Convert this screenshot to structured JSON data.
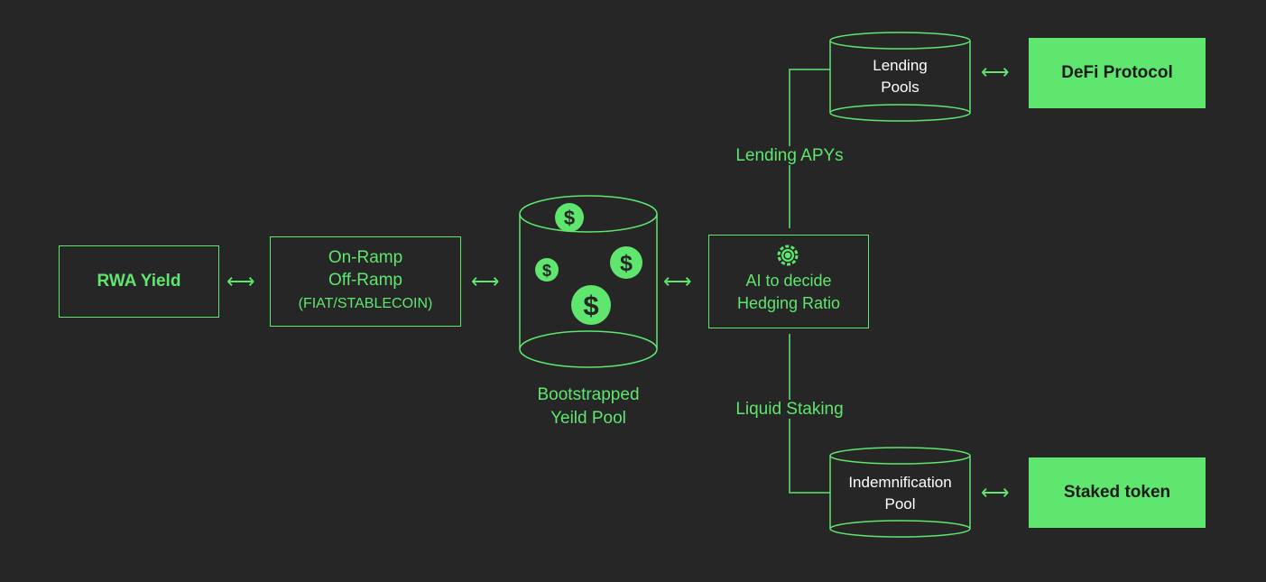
{
  "nodes": {
    "rwa_yield": "RWA Yield",
    "on_ramp": {
      "line1": "On-Ramp",
      "line2": "Off-Ramp",
      "line3": "(FIAT/STABLECOIN)"
    },
    "pool": {
      "line1": "Bootstrapped",
      "line2": "Yeild Pool"
    },
    "ai": {
      "line1": "AI to decide",
      "line2": "Hedging Ratio"
    },
    "lending_pools": {
      "line1": "Lending",
      "line2": "Pools"
    },
    "indemnification_pool": {
      "line1": "Indemnification",
      "line2": "Pool"
    },
    "defi_protocol": "DeFi Protocol",
    "staked_token": "Staked token"
  },
  "edge_labels": {
    "lending_apys": "Lending APYs",
    "liquid_staking": "Liquid Staking"
  },
  "arrow_glyph": "⟷",
  "dollar_glyph": "$",
  "icons": [
    "dollar-coin-icon",
    "gear-chip-icon",
    "double-arrow-icon"
  ],
  "colors": {
    "background": "#262626",
    "accent": "#5ee66e",
    "text_light": "#ffffff",
    "text_dark": "#1a1a1a"
  }
}
